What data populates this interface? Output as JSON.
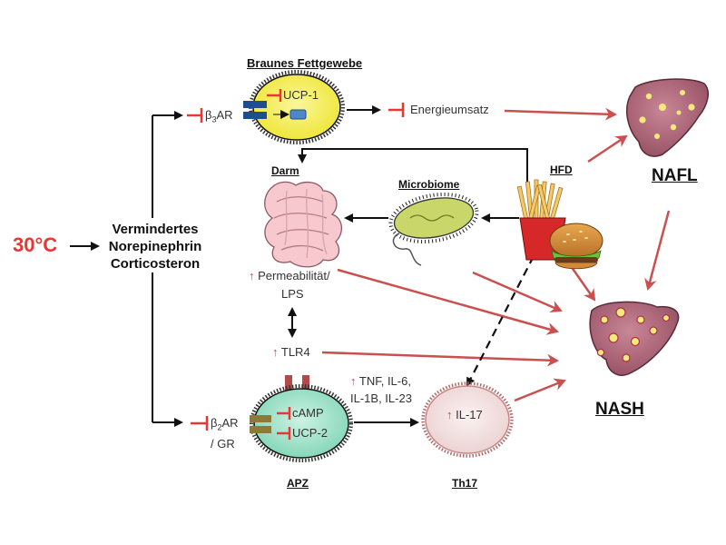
{
  "temp": "30°C",
  "center": {
    "line1": "Vermindertes",
    "line2": "Norepinephrin",
    "line3": "Corticosteron"
  },
  "bat": {
    "title": "Braunes Fettgewebe",
    "receptor": "β",
    "receptor_sub": "3",
    "receptor_suffix": "AR",
    "ucp": "UCP-1",
    "output": "Energieumsatz"
  },
  "gut": {
    "title": "Darm",
    "permeability": "Permeabilität/",
    "lps": "LPS",
    "tlr": "TLR4"
  },
  "microbiome": {
    "title": "Microbiome"
  },
  "diet": {
    "title": "HFD"
  },
  "apc": {
    "title": "APZ",
    "receptor": "β",
    "receptor_sub": "2",
    "receptor_suffix": "AR",
    "receptor_line2": "/ GR",
    "camp": "cAMP",
    "ucp": "UCP-2",
    "cytokines_line1": "TNF, IL-6,",
    "cytokines_line2": "IL-1B, IL-23"
  },
  "th17": {
    "title": "Th17",
    "il": "IL-17"
  },
  "nafl": {
    "label": "NAFL"
  },
  "nash": {
    "label": "NASH"
  },
  "colors": {
    "accent_red": "#e53935",
    "arrow_red": "#c9504e",
    "fat_cell": "#f7f04a",
    "apc_cell": "#a8e4cc",
    "th17_cell": "#f6e6e6",
    "liver": "#b56a7d"
  },
  "icons": {
    "up_arrow": "↑",
    "inhibit": "⊣"
  }
}
